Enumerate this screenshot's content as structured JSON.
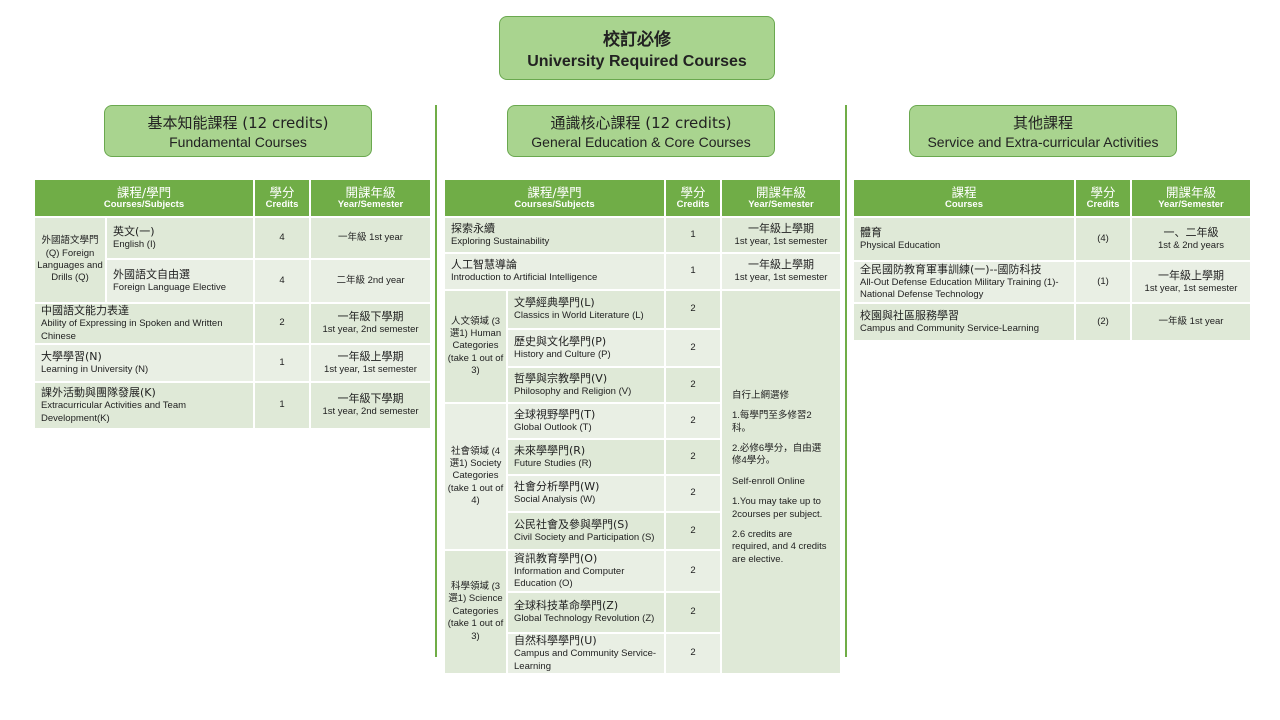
{
  "header": {
    "zh": "校訂必修",
    "en": "University Required Courses"
  },
  "categories": {
    "fund": {
      "zh": "基本知能課程 (12 credits)",
      "en": "Fundamental Courses"
    },
    "gen": {
      "zh": "通識核心課程 (12 credits)",
      "en": "General Education & Core Courses"
    },
    "other": {
      "zh": "其他課程",
      "en": "Service and Extra-curricular Activities"
    }
  },
  "cols": {
    "subject_zh": "課程/學門",
    "subject_en": "Courses/Subjects",
    "course_zh": "課程",
    "course_en": "Courses",
    "credits_zh": "學分",
    "credits_en": "Credits",
    "year_zh": "開課年級",
    "year_en": "Year/Semester"
  },
  "fund": {
    "fl_group": "外國語文學門(Q) Foreign Languages and Drills (Q)",
    "rows": [
      {
        "zh": "英文(一)",
        "en": "English (I)",
        "credits": "4",
        "year": "一年級 1st year"
      },
      {
        "zh": "外國語文自由選",
        "en": "Foreign Language Elective",
        "credits": "4",
        "year": "二年級 2nd year"
      },
      {
        "zh": "中國語文能力表達",
        "en": "Ability of Expressing in Spoken and Written Chinese",
        "credits": "2",
        "year_zh": "一年級下學期",
        "year_en": "1st year, 2nd semester"
      },
      {
        "zh": "大學學習(N)",
        "en": "Learning in University (N)",
        "credits": "1",
        "year_zh": "一年級上學期",
        "year_en": "1st year, 1st semester"
      },
      {
        "zh": "課外活動與團隊發展(K)",
        "en": "Extracurricular Activities and Team Development(K)",
        "credits": "1",
        "year_zh": "一年級下學期",
        "year_en": "1st year, 2nd semester"
      }
    ]
  },
  "gen": {
    "top": [
      {
        "zh": "探索永續",
        "en": "Exploring Sustainability",
        "credits": "1",
        "year_zh": "一年級上學期",
        "year_en": "1st year, 1st semester"
      },
      {
        "zh": "人工智慧導論",
        "en": "Introduction to Artificial Intelligence",
        "credits": "1",
        "year_zh": "一年級上學期",
        "year_en": "1st year, 1st semester"
      }
    ],
    "groups": [
      {
        "label": "人文領域 (3選1) Human Categories (take 1 out of 3)",
        "items": [
          {
            "zh": "文學經典學門(L)",
            "en": "Classics in World Literature (L)",
            "credits": "2"
          },
          {
            "zh": "歷史與文化學門(P)",
            "en": "History and Culture (P)",
            "credits": "2"
          },
          {
            "zh": "哲學與宗教學門(V)",
            "en": "Philosophy and Religion (V)",
            "credits": "2"
          }
        ]
      },
      {
        "label": "社會領域 (4選1) Society Categories (take 1 out of 4)",
        "items": [
          {
            "zh": "全球視野學門(T)",
            "en": "Global Outlook (T)",
            "credits": "2"
          },
          {
            "zh": "未來學學門(R)",
            "en": "Future Studies (R)",
            "credits": "2"
          },
          {
            "zh": "社會分析學門(W)",
            "en": "Social Analysis (W)",
            "credits": "2"
          },
          {
            "zh": "公民社會及參與學門(S)",
            "en": "Civil Society and Participation (S)",
            "credits": "2"
          }
        ]
      },
      {
        "label": "科學領域 (3選1) Science Categories (take 1 out of 3)",
        "items": [
          {
            "zh": "資訊教育學門(O)",
            "en": "Information and Computer Education (O)",
            "credits": "2"
          },
          {
            "zh": "全球科技革命學門(Z)",
            "en": "Global Technology Revolution (Z)",
            "credits": "2"
          },
          {
            "zh": "自然科學學門(U)",
            "en": "Campus and Community Service-Learning",
            "credits": "2"
          }
        ]
      }
    ],
    "note": {
      "l1": "自行上網選修",
      "l2": "1.每學門至多修習2科。",
      "l3": "2.必修6學分，自由選修4學分。",
      "l4": "Self-enroll Online",
      "l5": "1.You may take up to 2courses per subject.",
      "l6": "2.6 credits are required, and 4 credits are elective."
    }
  },
  "other": {
    "rows": [
      {
        "zh": "體育",
        "en": "Physical Education",
        "credits": "(4)",
        "year_zh": "一、二年級",
        "year_en": "1st & 2nd years"
      },
      {
        "zh": "全民國防教育軍事訓練(一)--國防科技",
        "en": "All-Out Defense Education Military Training (1)-National Defense Technology",
        "credits": "(1)",
        "year_zh": "一年級上學期",
        "year_en": "1st year, 1st semester"
      },
      {
        "zh": "校園與社區服務學習",
        "en": "Campus and Community Service-Learning",
        "credits": "(2)",
        "year": "一年級 1st year"
      }
    ]
  }
}
